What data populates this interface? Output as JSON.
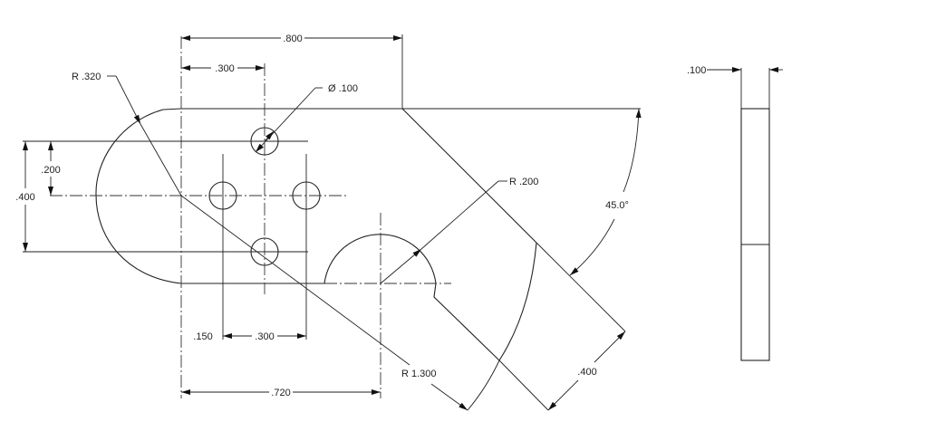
{
  "drawing": {
    "front_view": {
      "dims": {
        "overall_top": ".800",
        "hole_offset_top": ".300",
        "r_left": "R .320",
        "hole_dia": "Ø .100",
        "half_pattern": ".200",
        "pattern_height": ".400",
        "r_slot": "R .200",
        "angle": "45.0°",
        "edge_offset": ".150",
        "pattern_width": ".300",
        "slot_center": ".720",
        "r_end": "R 1.300",
        "arm_width": ".400"
      }
    },
    "side_view": {
      "thickness": ".100"
    }
  }
}
